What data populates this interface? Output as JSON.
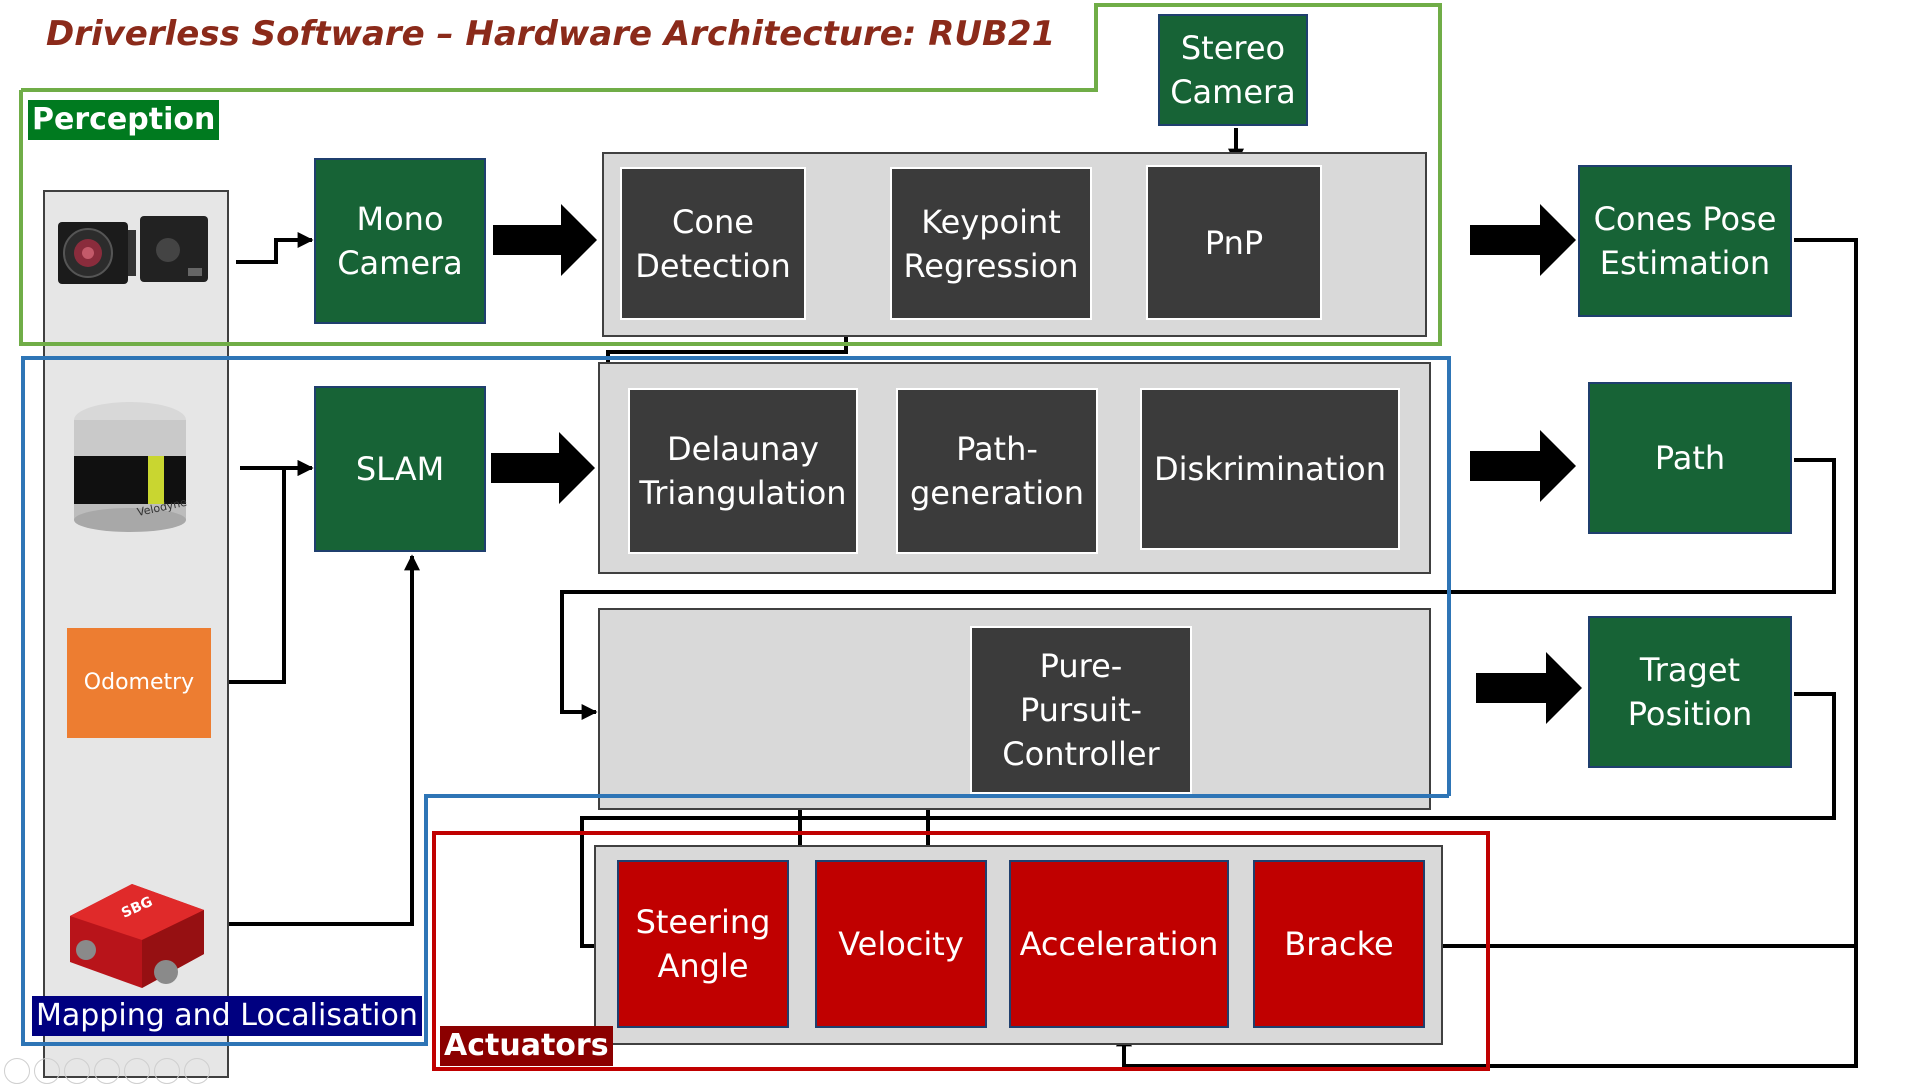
{
  "title": "Driverless Software – Hardware Architecture: RUB21",
  "groups": {
    "perception": "Perception",
    "mapping": "Mapping and Localisation",
    "actuators": "Actuators"
  },
  "blocks": {
    "stereo_camera": "Stereo\nCamera",
    "mono_camera": "Mono\nCamera",
    "slam": "SLAM",
    "cone_detection": "Cone\nDetection",
    "keypoint_regression": "Keypoint\nRegression",
    "pnp": "PnP",
    "delaunay": "Delaunay\nTriangulation",
    "path_generation": "Path-\ngeneration",
    "diskrimination": "Diskrimination",
    "pure_pursuit": "Pure-\nPursuit-\nController",
    "steering_angle": "Steering\nAngle",
    "velocity": "Velocity",
    "acceleration": "Acceleration",
    "bracke": "Bracke",
    "odometry": "Odometry"
  },
  "outputs": {
    "cones_pose": "Cones Pose\nEstimation",
    "path": "Path",
    "target_position": "Traget\nPosition"
  },
  "colors": {
    "title": "#8B2A1A",
    "green_block": "#176336",
    "dark_block": "#3B3B3B",
    "red_block": "#C00000",
    "orange_block": "#ED7D31",
    "perception_outline": "#70AD47",
    "mapping_outline": "#2E75B6",
    "actuators_outline": "#C00000"
  }
}
